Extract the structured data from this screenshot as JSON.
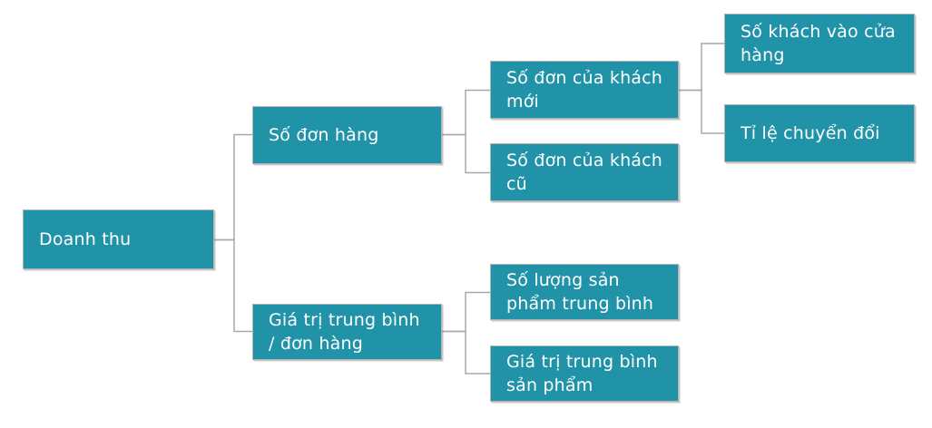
{
  "diagram": {
    "type": "tree",
    "direction": "left-to-right",
    "root_id": "doanh-thu"
  },
  "colors": {
    "node_fill": "#2193a9",
    "node_border": "#b3b3b3",
    "node_text": "#ffffff",
    "connector": "#a8a8a8",
    "background": "#ffffff"
  },
  "nodes": [
    {
      "id": "doanh-thu",
      "label": "Doanh thu"
    },
    {
      "id": "so-don-hang",
      "label": "Số đơn hàng"
    },
    {
      "id": "so-don-cua-khach-moi",
      "label": "Số đơn của khách\nmới"
    },
    {
      "id": "so-don-cua-khach-cu",
      "label": "Số đơn của khách\ncũ"
    },
    {
      "id": "so-khach-vao-cua-hang",
      "label": "Số khách vào cửa\nhàng"
    },
    {
      "id": "ti-le-chuyen-doi",
      "label": "Tỉ lệ chuyển đổi"
    },
    {
      "id": "gia-tri-trung-binh-don-hang",
      "label": "Giá trị trung bình\n/ đơn hàng"
    },
    {
      "id": "so-luong-san-pham-trung-binh",
      "label": "Số lượng sản\nphẩm trung bình"
    },
    {
      "id": "gia-tri-trung-binh-san-pham",
      "label": "Giá trị trung bình\nsản phẩm"
    }
  ],
  "edges": [
    {
      "from": "doanh-thu",
      "to": "so-don-hang"
    },
    {
      "from": "doanh-thu",
      "to": "gia-tri-trung-binh-don-hang"
    },
    {
      "from": "so-don-hang",
      "to": "so-don-cua-khach-moi"
    },
    {
      "from": "so-don-hang",
      "to": "so-don-cua-khach-cu"
    },
    {
      "from": "so-don-cua-khach-moi",
      "to": "so-khach-vao-cua-hang"
    },
    {
      "from": "so-don-cua-khach-moi",
      "to": "ti-le-chuyen-doi"
    },
    {
      "from": "gia-tri-trung-binh-don-hang",
      "to": "so-luong-san-pham-trung-binh"
    },
    {
      "from": "gia-tri-trung-binh-don-hang",
      "to": "gia-tri-trung-binh-san-pham"
    }
  ]
}
